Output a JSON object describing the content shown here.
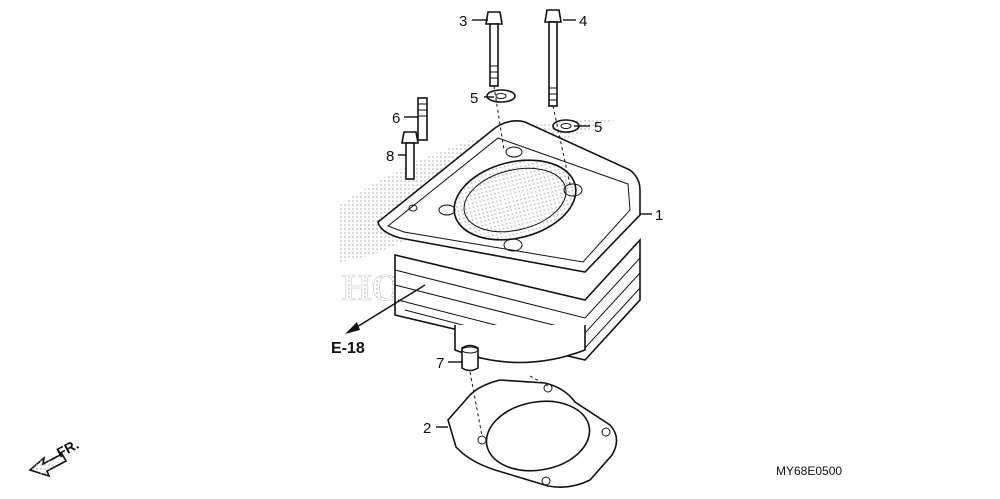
{
  "callouts": [
    {
      "id": "p1",
      "label": "1"
    },
    {
      "id": "p2",
      "label": "2"
    },
    {
      "id": "p3",
      "label": "3"
    },
    {
      "id": "p4",
      "label": "4"
    },
    {
      "id": "p5a",
      "label": "5"
    },
    {
      "id": "p5b",
      "label": "5"
    },
    {
      "id": "p6",
      "label": "6"
    },
    {
      "id": "p7",
      "label": "7"
    },
    {
      "id": "p8",
      "label": "8"
    }
  ],
  "reference": "E-18",
  "front_label": "FR.",
  "diagram_code": "MY68E0500",
  "watermark_text": "HONDA",
  "colors": {
    "line": "#111111",
    "watermark": "#cfcfcf"
  }
}
